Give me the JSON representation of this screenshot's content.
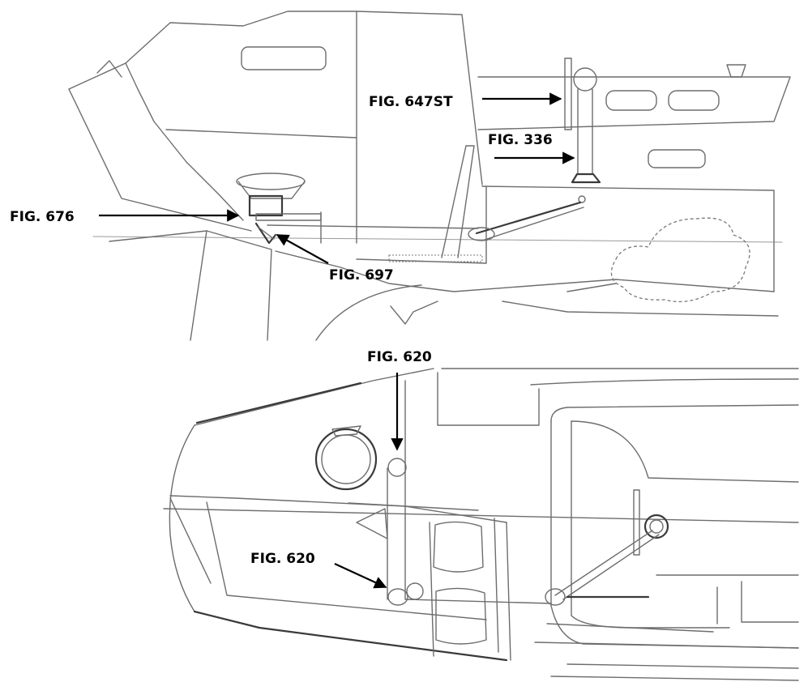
{
  "diagram": {
    "callouts": [
      {
        "id": "fig-647st",
        "label": "FIG. 647ST"
      },
      {
        "id": "fig-336",
        "label": "FIG. 336"
      },
      {
        "id": "fig-676",
        "label": "FIG. 676"
      },
      {
        "id": "fig-697",
        "label": "FIG. 697"
      },
      {
        "id": "fig-620-top",
        "label": "FIG. 620"
      },
      {
        "id": "fig-620-bottom",
        "label": "FIG. 620"
      }
    ],
    "colors": {
      "line": "#6d6d6d",
      "label": "#000000",
      "background": "#ffffff"
    }
  }
}
